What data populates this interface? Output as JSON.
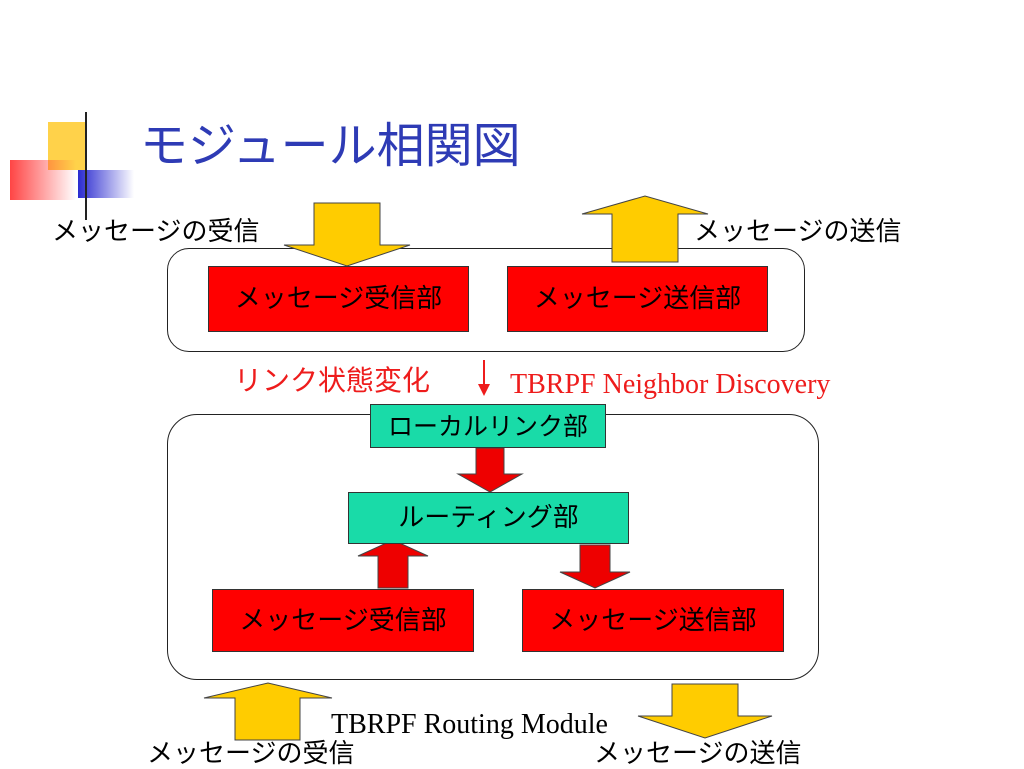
{
  "slide": {
    "title": "モジュール相関図"
  },
  "top_module": {
    "receive_label": "メッセージの受信",
    "send_label": "メッセージの送信",
    "receive_unit": "メッセージ受信部",
    "send_unit": "メッセージ送信部"
  },
  "link_change": {
    "label": "リンク状態変化",
    "module_name": "TBRPF Neighbor Discovery"
  },
  "bottom_module": {
    "local_link_unit": "ローカルリンク部",
    "routing_unit": "ルーティング部",
    "receive_unit": "メッセージ受信部",
    "send_unit": "メッセージ送信部",
    "module_name": "TBRPF Routing Module",
    "receive_label": "メッセージの受信",
    "send_label": "メッセージの送信"
  },
  "colors": {
    "title": "#2e3bb5",
    "unit_fill": "#ff0000",
    "component_fill": "#19dba8",
    "io_arrow_fill": "#ffcc00",
    "flow_arrow_fill": "#ee0000",
    "link_change_text": "#ee1c1c"
  }
}
